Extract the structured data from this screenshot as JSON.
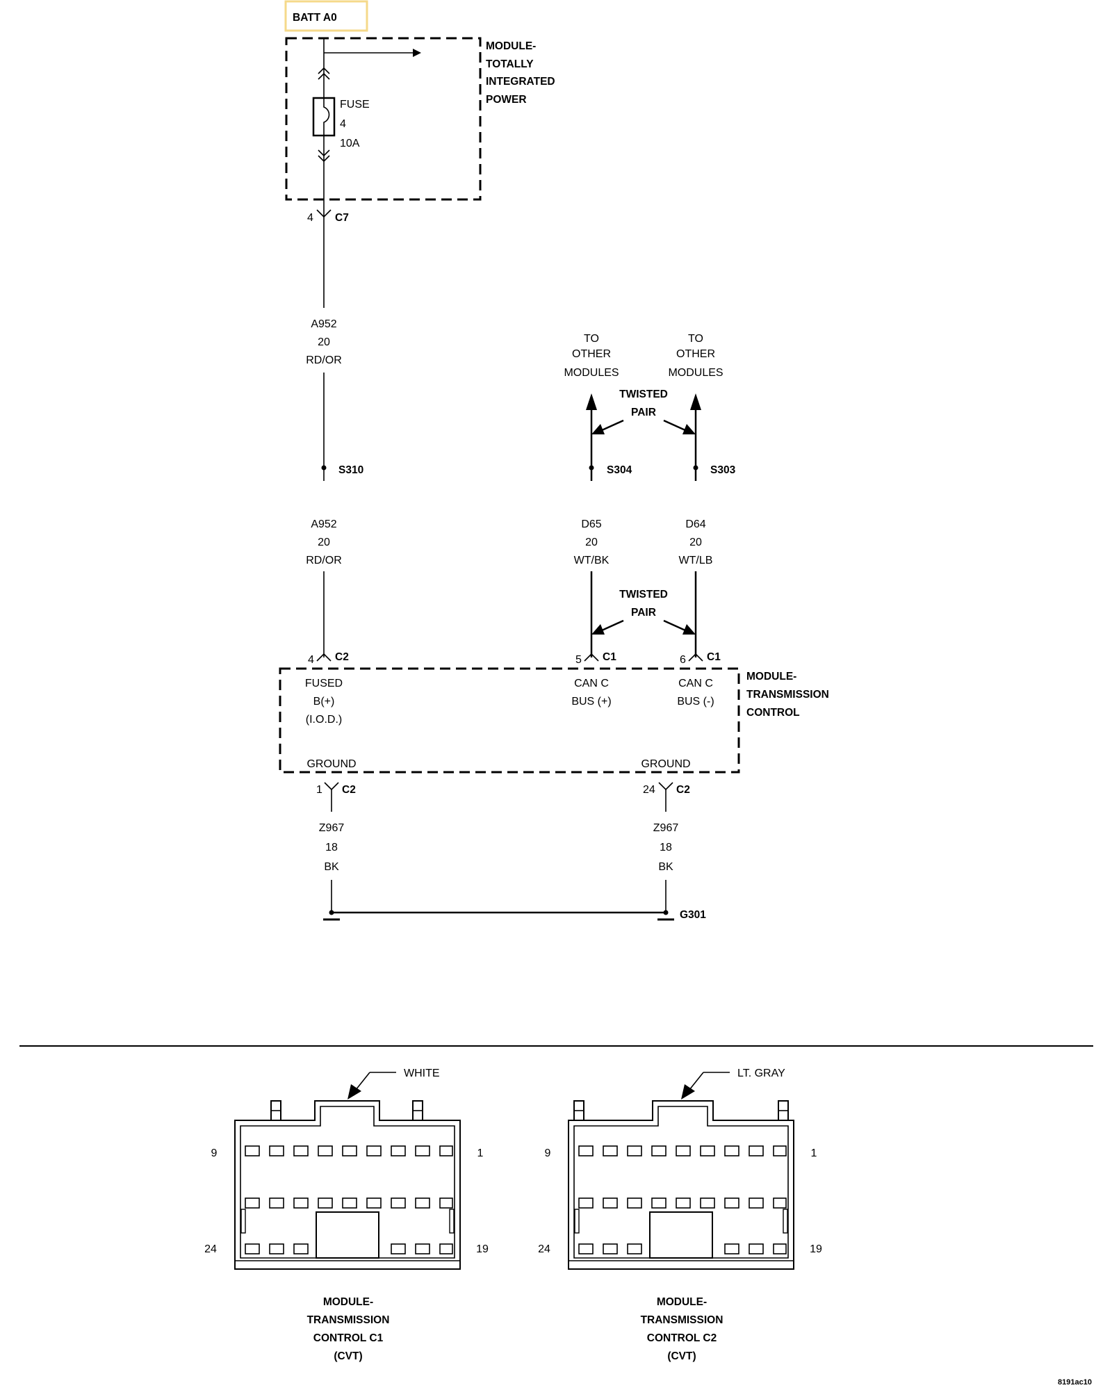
{
  "batt": {
    "label": "BATT A0",
    "highlight_color": "#f5d98a"
  },
  "tipm": {
    "line1": "MODULE-",
    "line2": "TOTALLY",
    "line3": "INTEGRATED",
    "line4": "POWER",
    "fuse_label": "FUSE",
    "fuse_number": "4",
    "fuse_rating": "10A"
  },
  "c7": {
    "pin": "4",
    "connector": "C7"
  },
  "wire_a952_upper": {
    "circuit": "A952",
    "gauge": "20",
    "color": "RD/OR"
  },
  "wire_a952_lower": {
    "circuit": "A952",
    "gauge": "20",
    "color": "RD/OR"
  },
  "splice_s310": "S310",
  "splice_s304": "S304",
  "splice_s303": "S303",
  "to_other_left": {
    "line1": "TO",
    "line2": "OTHER",
    "line3": "MODULES"
  },
  "to_other_right": {
    "line1": "TO",
    "line2": "OTHER",
    "line3": "MODULES"
  },
  "twisted_upper": {
    "line1": "TWISTED",
    "line2": "PAIR"
  },
  "twisted_lower": {
    "line1": "TWISTED",
    "line2": "PAIR"
  },
  "wire_d65": {
    "circuit": "D65",
    "gauge": "20",
    "color": "WT/BK"
  },
  "wire_d64": {
    "circuit": "D64",
    "gauge": "20",
    "color": "WT/LB"
  },
  "tcm": {
    "line1": "MODULE-",
    "line2": "TRANSMISSION",
    "line3": "CONTROL",
    "pin_fused": {
      "pin": "4",
      "connector": "C2",
      "line1": "FUSED",
      "line2": "B(+)",
      "line3": "(I.O.D.)"
    },
    "pin_canp": {
      "pin": "5",
      "connector": "C1",
      "line1": "CAN C",
      "line2": "BUS (+)"
    },
    "pin_canm": {
      "pin": "6",
      "connector": "C1",
      "line1": "CAN C",
      "line2": "BUS (-)"
    },
    "ground_left": {
      "label": "GROUND",
      "pin": "1",
      "connector": "C2"
    },
    "ground_right": {
      "label": "GROUND",
      "pin": "24",
      "connector": "C2"
    }
  },
  "wire_z967_left": {
    "circuit": "Z967",
    "gauge": "18",
    "color": "BK"
  },
  "wire_z967_right": {
    "circuit": "Z967",
    "gauge": "18",
    "color": "BK"
  },
  "ground_point": "G301",
  "conn_c1": {
    "color_label": "WHITE",
    "pin_tl": "9",
    "pin_tr": "1",
    "pin_bl": "24",
    "pin_br": "19",
    "line1": "MODULE-",
    "line2": "TRANSMISSION",
    "line3": "CONTROL C1",
    "line4": "(CVT)"
  },
  "conn_c2": {
    "color_label": "LT. GRAY",
    "pin_tl": "9",
    "pin_tr": "1",
    "pin_bl": "24",
    "pin_br": "19",
    "line1": "MODULE-",
    "line2": "TRANSMISSION",
    "line3": "CONTROL C2",
    "line4": "(CVT)"
  },
  "figure_id": "8191ac10"
}
